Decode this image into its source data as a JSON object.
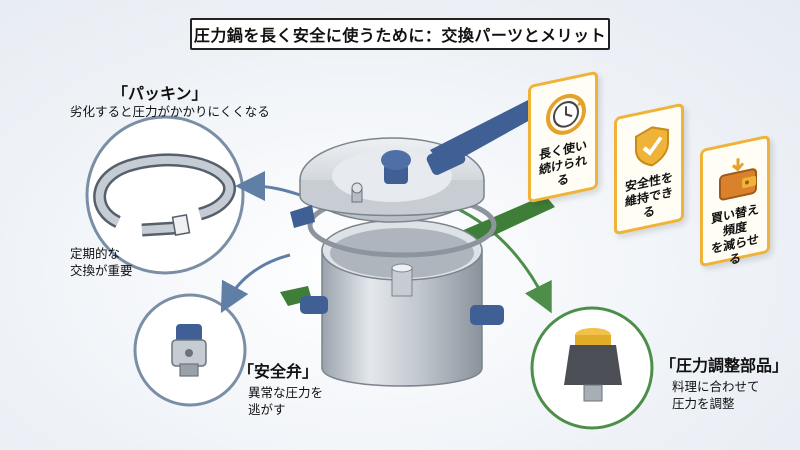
{
  "title": "圧力鍋を長く安全に使うために：交換パーツとメリット",
  "parts": {
    "packing": {
      "name": "「パッキン」",
      "desc": "劣化すると圧力がかかりにくくなる",
      "note_line1": "定期的な",
      "note_line2": "交換が重要"
    },
    "safety_valve": {
      "name": "「安全弁」",
      "desc_line1": "異常な圧力を",
      "desc_line2": "逃がす"
    },
    "pressure_regulator": {
      "name": "「圧力調整部品」",
      "desc_line1": "料理に合わせて",
      "desc_line2": "圧力を調整"
    }
  },
  "benefits": [
    {
      "icon": "clock-cycle-icon",
      "text": "長く使い\n続けられる"
    },
    {
      "icon": "shield-check-icon",
      "text": "安全性を\n維持できる"
    },
    {
      "icon": "wallet-icon",
      "text": "買い替え頻度\nを減らせる"
    }
  ],
  "colors": {
    "card_border": "#f0b339",
    "ring_border": "#7a8ea5",
    "handle_blue": "#3f5f95",
    "handle_green": "#3f7e39",
    "arrow_blue": "#5f7fa6",
    "arrow_green": "#4d8e4a"
  }
}
